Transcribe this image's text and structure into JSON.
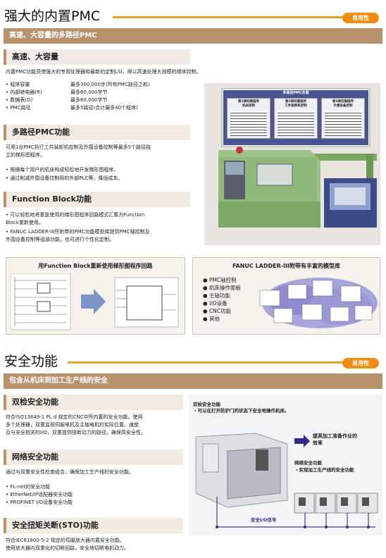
{
  "section1": {
    "title": "强大的内置PMC",
    "badge": "易用性",
    "band": "高速、大容量的多路径PMC",
    "sub1": {
      "title": "高速、大容量",
      "desc": "内置PMC功能凭借强大的专用处理器和最新的定制LSI，得以高速处理大规模的顺序控制。",
      "specs": [
        {
          "k": "• 程序容量",
          "v": "最多300,000步(所有PMC路径之和)"
        },
        {
          "k": "• 内部继电器(R)",
          "v": "最多60,000字节"
        },
        {
          "k": "• 数据表(D)",
          "v": "最多60,000字节"
        },
        {
          "k": "• PMC路径",
          "v": "最多5路径(合计最多40个程序)"
        }
      ]
    },
    "sub2": {
      "title": "多路径PMC功能",
      "desc1": "可用1台PMC执行工件装卸机控制及外围设备控制等最多5个路径独",
      "desc2": "立的梯形图程序。",
      "bullets": [
        "• 根据每个用户的机床构成轻松地开发梯形图程序。",
        "• 通过削减外围设备控制用的外部PLC等，降低成本。"
      ]
    },
    "sub3": {
      "title": "Function Block功能",
      "b1a": "• 可以轻松地将重复使用的梯形图程序回路模式汇集为Function",
      "b1b": "  Block重新使用。",
      "b2a": "• FANUC LADDER-III所附带的PMC功能模型库提供PMC轴控制及",
      "b2b": "  外围设备控制等组装功能，也可进行个性化定制。"
    },
    "diagram": {
      "title": "多路径PMC负载",
      "boxes": [
        {
          "l1": "第1梯形图程序",
          "l2": "机床控制"
        },
        {
          "l1": "第2梯形图程序",
          "l2": "工件装卸机控制"
        },
        {
          "l1": "第3梯形图程序",
          "l2": "外围设备控制"
        }
      ]
    },
    "panel_left": {
      "title": "用Function Block重新使用梯形图程序回路"
    },
    "panel_right": {
      "title": "FANUC LADDER-III附带有丰富的模型库",
      "items": [
        "PMC轴控制",
        "机床操作面板",
        "主轴功能",
        "I/O设备",
        "CNC功能",
        "其他"
      ]
    }
  },
  "section2": {
    "title": "安全功能",
    "badge": "易用性",
    "band": "包含从机床到加工生产线的安全",
    "sub1": {
      "title": "双检安全功能",
      "l1": "符合ISO13849-1 PL d 规定的CNC中所内置的安全功能。使用",
      "l2": "多个处理器，双重监视伺服电机及主轴电机的实际位置、速度",
      "l3": "及与安全相关的I/O，双重提供阻断动力的路径，确保高安全性。"
    },
    "sub2": {
      "title": "网络安全功能",
      "desc": "通过与双重安全性检查组合，确保加工生产线的安全功能。",
      "bullets": [
        "• FL-net的安全功能",
        "• EtherNet/IP适配器安全功能",
        "• PROFINET I/O设备安全功能"
      ]
    },
    "sub3": {
      "title": "安全扭矩关断(STO)功能",
      "l1": "符合IEC61800-5-2 规定的伺服放大器内置安全功能。",
      "l2": "使用放大器内双重化的切断回路，安全地切断电机动力。"
    },
    "figure": {
      "t1": "双检安全功能",
      "t1b": "・可以在打开防护门的状态下安全地操作机床。",
      "arrow_l1": "提高加工准备作业的",
      "arrow_l2": "效率",
      "t2": "网络安全功能",
      "t2b": "・实现加工生产线的安全功能",
      "signal": "安全I/O信号"
    }
  }
}
